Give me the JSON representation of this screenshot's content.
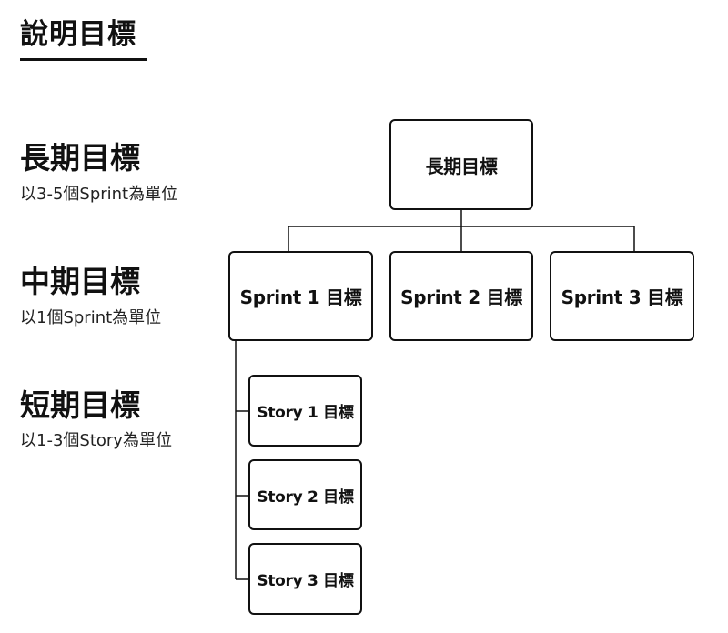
{
  "page": {
    "title": "說明目標"
  },
  "levels": [
    {
      "heading": "長期目標",
      "description": "以3-5個Sprint為單位"
    },
    {
      "heading": "中期目標",
      "description": "以1個Sprint為單位"
    },
    {
      "heading": "短期目標",
      "description": "以1-3個Story為單位"
    }
  ],
  "diagram": {
    "root": {
      "label": "長期目標"
    },
    "sprints": [
      {
        "label": "Sprint 1 目標"
      },
      {
        "label": "Sprint 2 目標"
      },
      {
        "label": "Sprint 3 目標"
      }
    ],
    "stories": [
      {
        "label": "Story 1 目標"
      },
      {
        "label": "Story 2 目標"
      },
      {
        "label": "Story 3 目標"
      }
    ],
    "colors": {
      "stroke": "#111111",
      "background": "#ffffff"
    }
  }
}
